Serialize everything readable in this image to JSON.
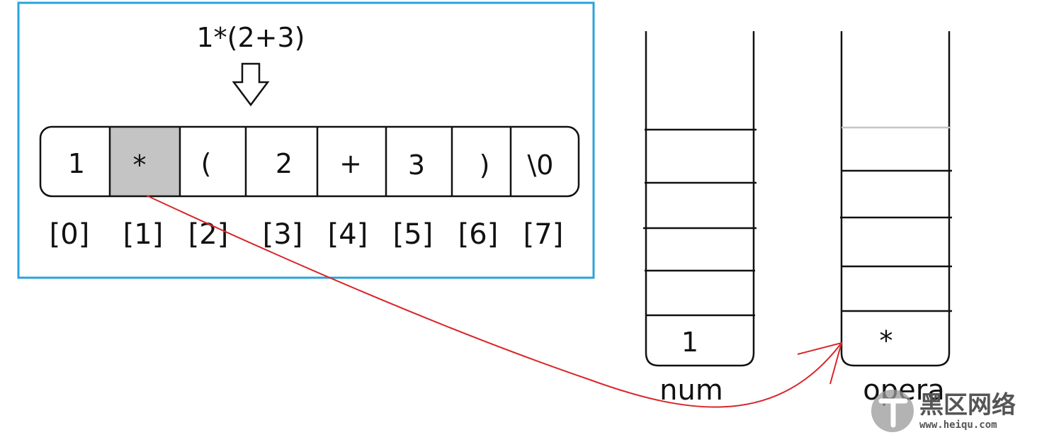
{
  "expression": "1*(2+3)",
  "array": {
    "cells": [
      "1",
      "*",
      "(",
      "2",
      "+",
      "3",
      ")",
      "\\0"
    ],
    "indices": [
      "[0]",
      "[1]",
      "[2]",
      "[3]",
      "[4]",
      "[5]",
      "[6]",
      "[7]"
    ],
    "highlighted_index": 1
  },
  "stacks": {
    "num": {
      "label": "num",
      "bottom_value": "1"
    },
    "opera": {
      "label": "opera",
      "bottom_value": "*"
    }
  },
  "colors": {
    "frame": "#29a3dc",
    "highlight": "#c4c4c4",
    "arrow": "#d9262a",
    "line": "#111111"
  },
  "watermark": {
    "brand": "黑区网络",
    "url": "www.heiqu.com"
  }
}
